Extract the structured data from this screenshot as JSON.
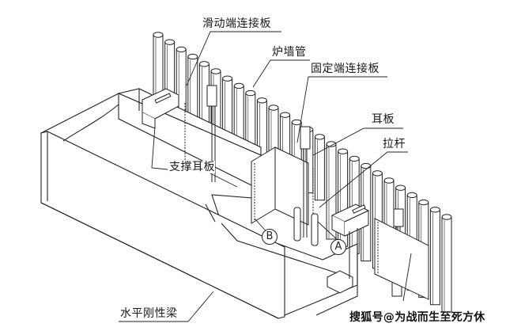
{
  "diagram": {
    "labels": {
      "sliding_end_plate": "滑动端连接板",
      "furnace_wall_tube": "炉墙管",
      "fixed_end_plate": "固定端连接板",
      "lug_plate": "耳板",
      "tie_rod": "拉杆",
      "support_lug": "支撑耳板",
      "horizontal_rigid_beam": "水平刚性梁"
    },
    "markers": {
      "a": "A",
      "b": "B"
    },
    "colors": {
      "line": "#222222",
      "background": "#ffffff"
    }
  },
  "watermark": "搜狐号@为战而生至死方休"
}
